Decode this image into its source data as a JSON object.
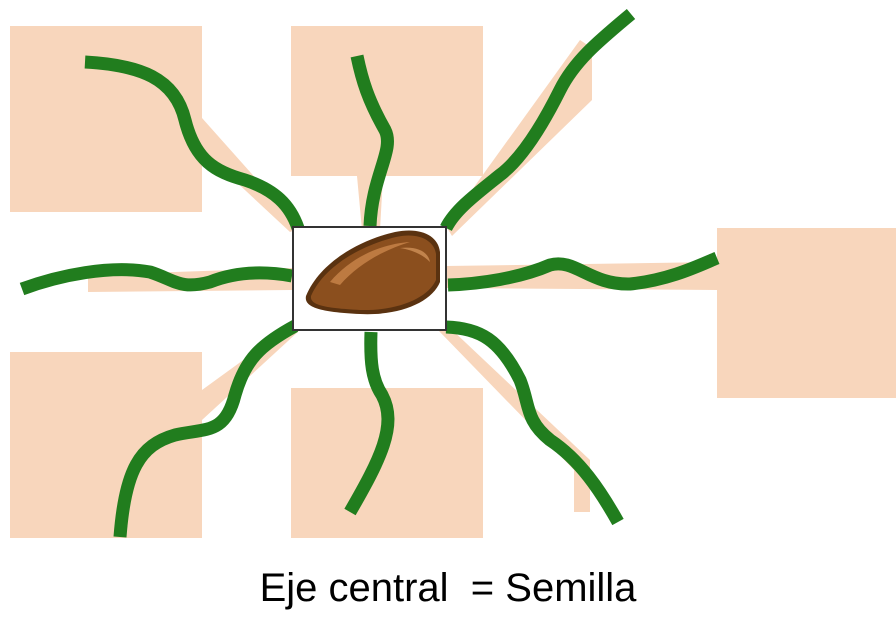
{
  "caption": "Eje central  = Semilla",
  "center_label": "",
  "colors": {
    "box_fill": "#f8d6bc",
    "root_color": "#217d1e",
    "seed_color": "#8b4f1e",
    "seed_dark": "#5a3210",
    "seed_highlight": "#c9844a",
    "center_border": "#333333"
  },
  "diagram": {
    "boxes": [
      "top-left",
      "top-center",
      "right",
      "bottom-left",
      "bottom-center"
    ],
    "roots": [
      "upper-left",
      "upper",
      "upper-right",
      "left",
      "right",
      "lower-left",
      "lower",
      "lower-right"
    ],
    "center_icon": "seed-icon"
  }
}
